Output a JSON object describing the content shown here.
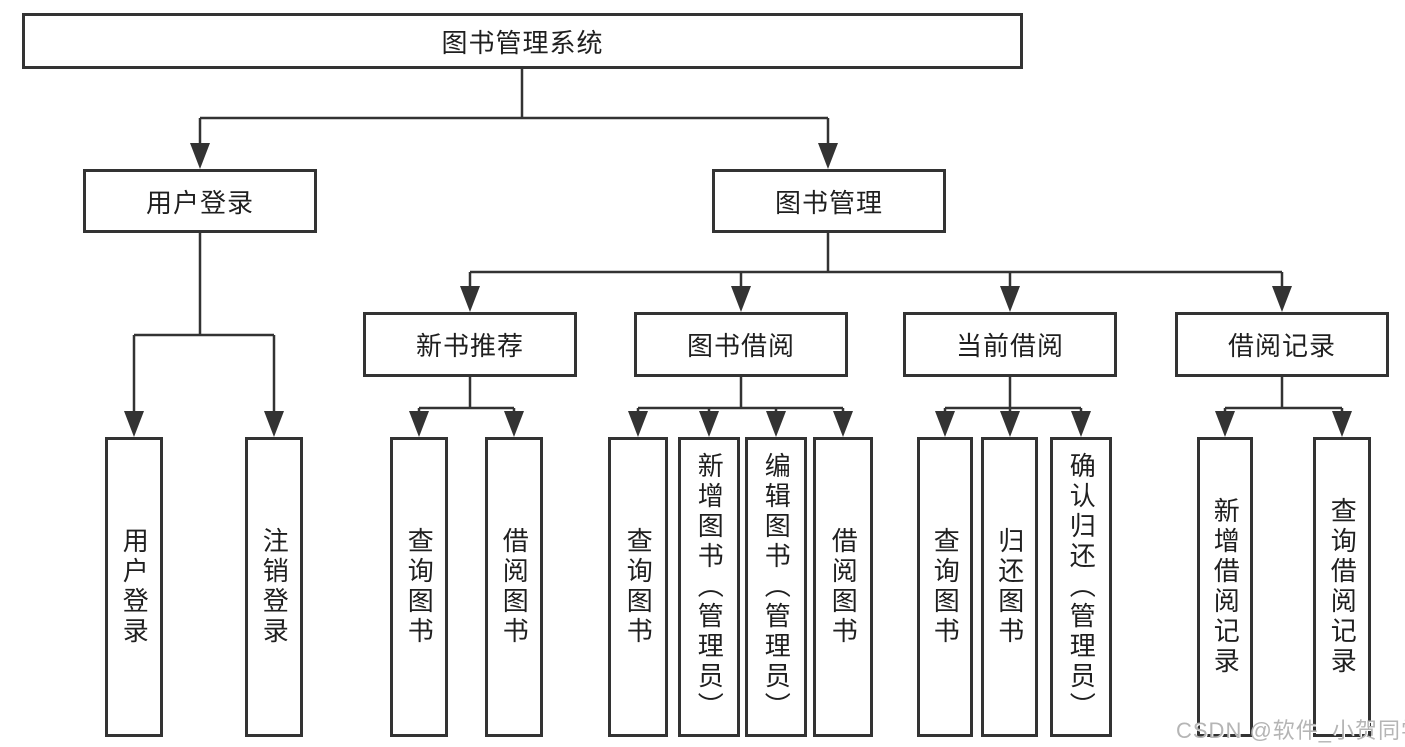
{
  "tree": {
    "label": "图书管理系统",
    "children": [
      {
        "label": "用户登录",
        "children": [
          {
            "label": "用户登录"
          },
          {
            "label": "注销登录"
          }
        ]
      },
      {
        "label": "图书管理",
        "children": [
          {
            "label": "新书推荐",
            "children": [
              {
                "label": "查询图书"
              },
              {
                "label": "借阅图书"
              }
            ]
          },
          {
            "label": "图书借阅",
            "children": [
              {
                "label": "查询图书"
              },
              {
                "label": "新增图书（管理员）"
              },
              {
                "label": "编辑图书（管理员）"
              },
              {
                "label": "借阅图书"
              }
            ]
          },
          {
            "label": "当前借阅",
            "children": [
              {
                "label": "查询图书"
              },
              {
                "label": "归还图书"
              },
              {
                "label": "确认归还（管理员）"
              }
            ]
          },
          {
            "label": "借阅记录",
            "children": [
              {
                "label": "新增借阅记录"
              },
              {
                "label": "查询借阅记录"
              }
            ]
          }
        ]
      }
    ]
  },
  "watermark": {
    "text": "CSDN @软件_小贺同学"
  },
  "colors": {
    "line": "#333333",
    "text": "#1f1f1f",
    "watermark": "#b5b5b5",
    "background": "#ffffff"
  }
}
